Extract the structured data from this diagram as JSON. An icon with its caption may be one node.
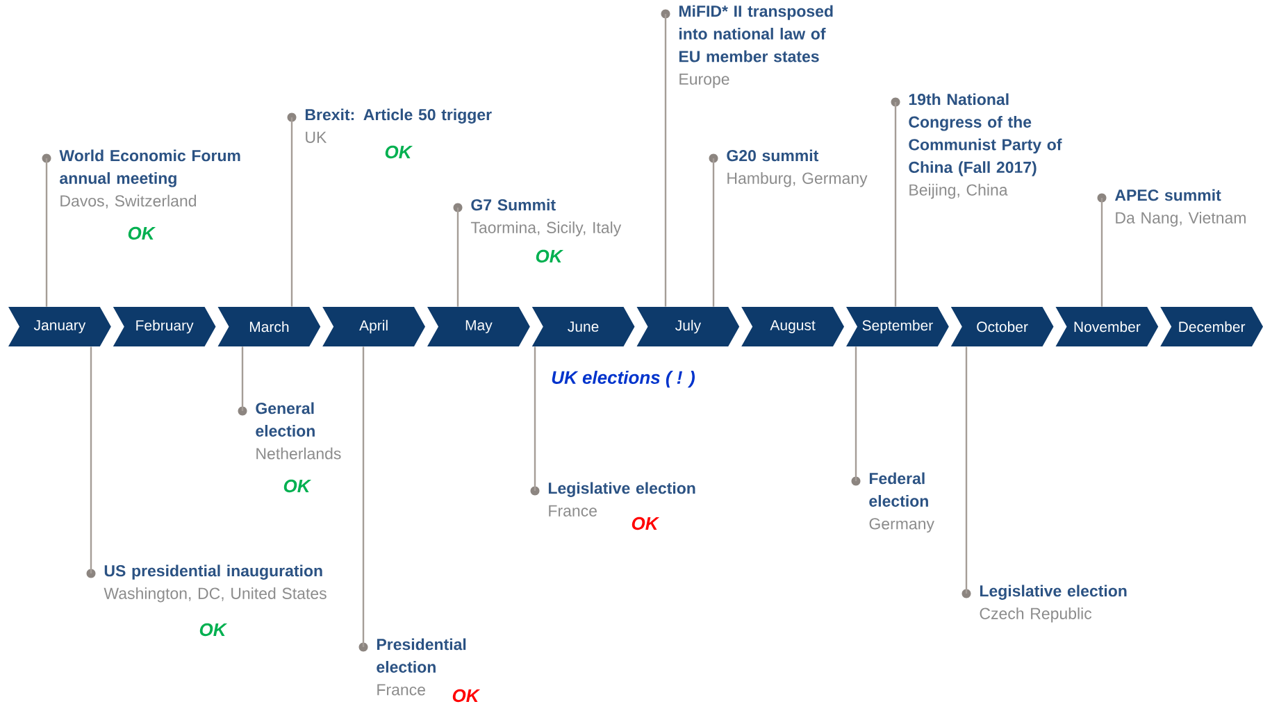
{
  "diagram": {
    "nodes": [
      {
        "text": [
          "January"
        ]
      },
      {
        "text": [
          "February"
        ]
      },
      {
        "text": [
          "March"
        ]
      },
      {
        "text": [
          "April"
        ]
      },
      {
        "text": [
          "May"
        ]
      },
      {
        "text": [
          "June"
        ]
      },
      {
        "text": [
          "July"
        ]
      },
      {
        "text": [
          "August"
        ]
      },
      {
        "text": [
          "September"
        ]
      },
      {
        "text": [
          "October"
        ]
      },
      {
        "text": [
          "November"
        ]
      },
      {
        "text": [
          "December"
        ]
      },
      {
        "text": [
          "World Economic Forum annual meeting",
          "Davos, Switzerland"
        ]
      },
      {
        "text": [
          "US presidential inauguration",
          "Washington, DC, United States"
        ]
      },
      {
        "text": [
          "General election",
          "Netherlands"
        ]
      },
      {
        "text": [
          "Brexit: Article 50 trigger",
          "UK"
        ]
      },
      {
        "text": [
          "Presidential election",
          "France"
        ]
      },
      {
        "text": [
          "G7 Summit",
          "Taormina, Sicily, Italy"
        ]
      },
      {
        "text": [
          "Legislative election",
          "France"
        ]
      },
      {
        "text": [
          "MiFID* II transposed into national law of EU member states",
          "Europe"
        ]
      },
      {
        "text": [
          "G20 summit",
          "Hamburg, Germany"
        ]
      },
      {
        "text": [
          "Federal election",
          "Germany"
        ]
      },
      {
        "text": [
          "19th National Congress of the Communist Party of China (Fall 2017)",
          "Beijing, China"
        ]
      },
      {
        "text": [
          "Legislative election",
          "Czech Republic"
        ]
      },
      {
        "text": [
          "APEC summit",
          "Da Nang, Vietnam"
        ]
      }
    ],
    "edges": [
      {
        "from": 12,
        "to": 0,
        "arrow": "none"
      },
      {
        "from": 13,
        "to": 0,
        "arrow": "none"
      },
      {
        "from": 14,
        "to": 2,
        "arrow": "none"
      },
      {
        "from": 15,
        "to": 2,
        "arrow": "none"
      },
      {
        "from": 16,
        "to": 3,
        "arrow": "none"
      },
      {
        "from": 17,
        "to": 4,
        "arrow": "none"
      },
      {
        "from": 18,
        "to": 5,
        "arrow": "none"
      },
      {
        "from": 19,
        "to": 6,
        "arrow": "none"
      },
      {
        "from": 20,
        "to": 6,
        "arrow": "none"
      },
      {
        "from": 21,
        "to": 8,
        "arrow": "none"
      },
      {
        "from": 22,
        "to": 8,
        "arrow": "none"
      },
      {
        "from": 23,
        "to": 9,
        "arrow": "none"
      },
      {
        "from": 24,
        "to": 10,
        "arrow": "none"
      }
    ],
    "labels": [
      "OK",
      "OK",
      "OK",
      "UK elections ( ! )",
      "OK",
      "OK",
      "OK",
      "OK"
    ]
  }
}
